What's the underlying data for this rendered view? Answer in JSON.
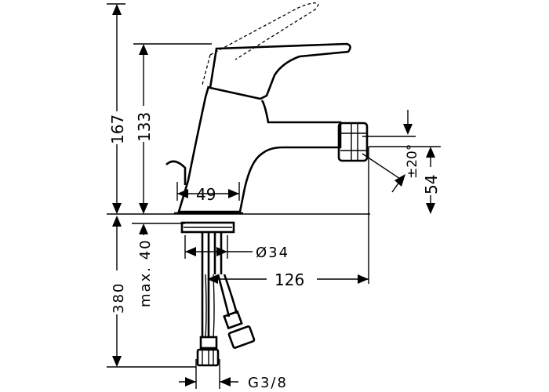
{
  "dimensions": {
    "total_height": "167",
    "height_to_lever": "133",
    "base_width": "49",
    "spout_height": "54",
    "spout_angle": "±20°",
    "hole_diameter": "Ø34",
    "spout_reach": "126",
    "hose_length": "380",
    "max_counter_thickness": "max. 40",
    "connection_thread": "G3/8"
  }
}
